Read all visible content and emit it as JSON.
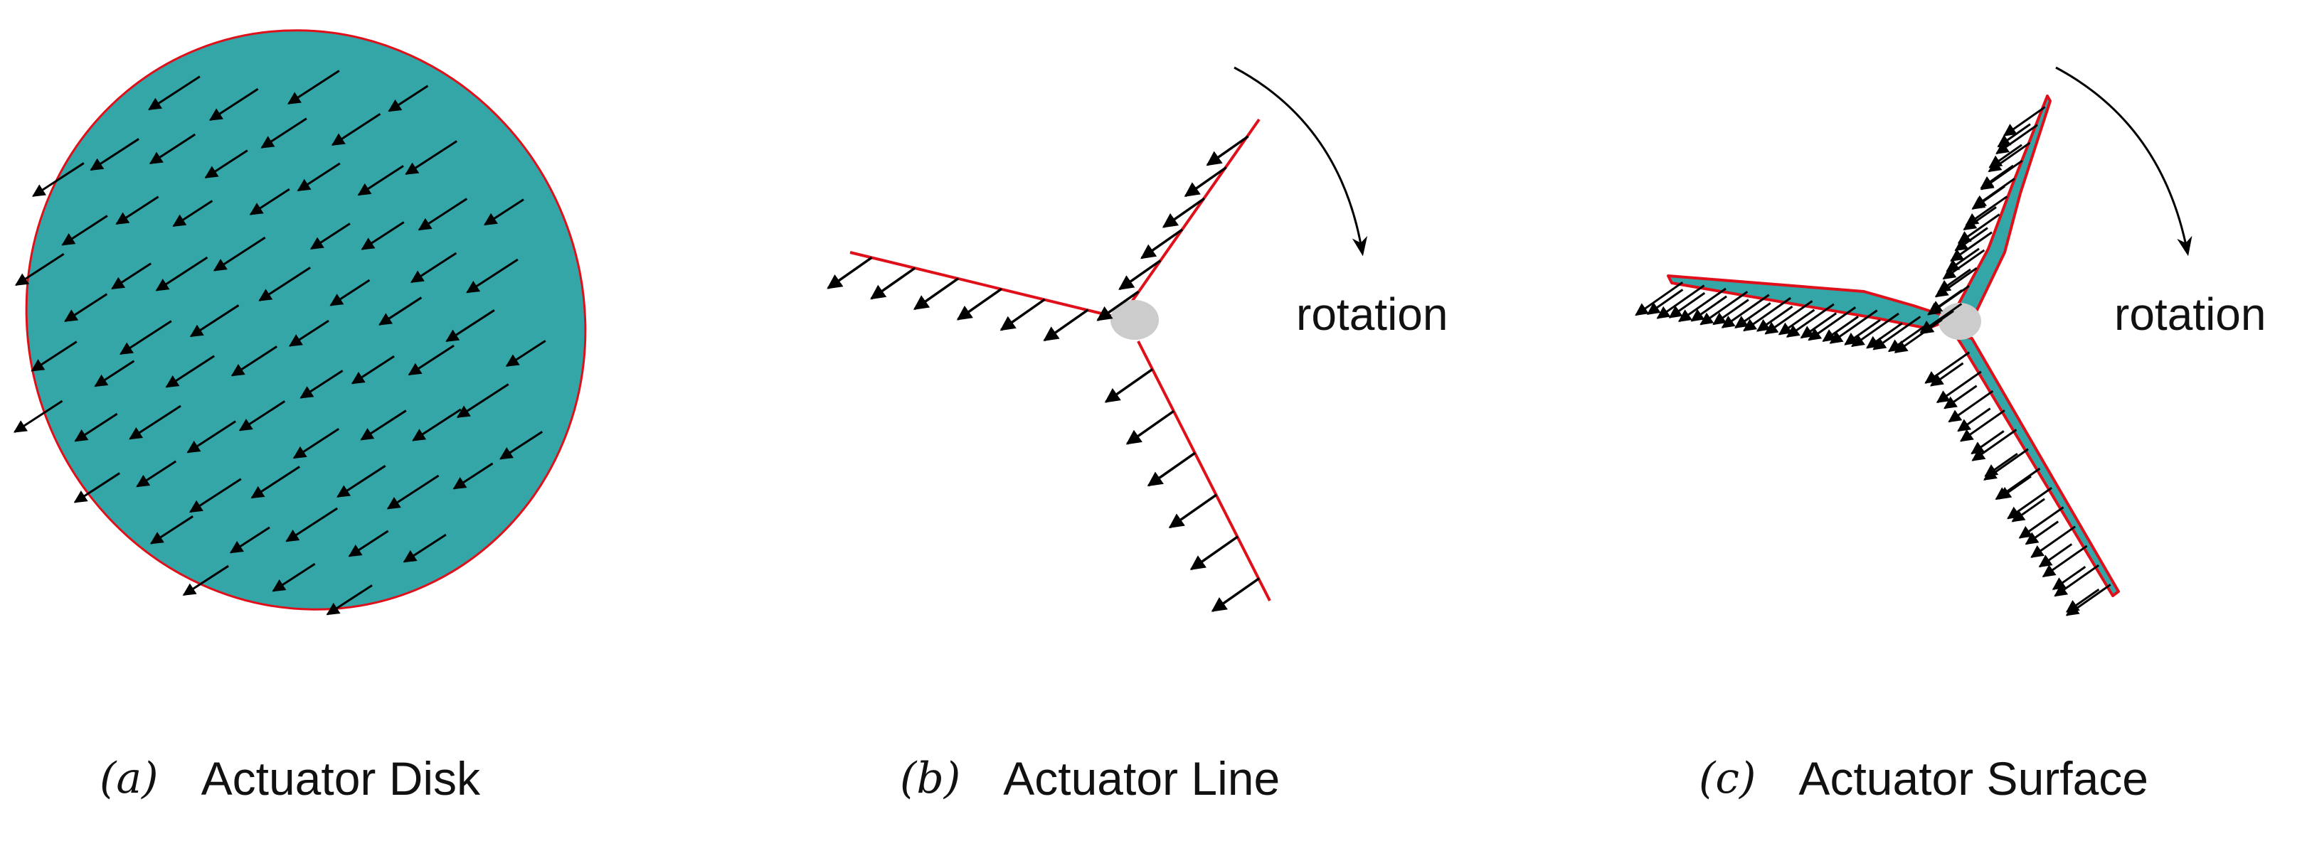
{
  "panels": [
    {
      "id": "a",
      "tag": "(a)",
      "label": "Actuator Disk"
    },
    {
      "id": "b",
      "tag": "(b)",
      "label": "Actuator Line",
      "annotation": "rotation"
    },
    {
      "id": "c",
      "tag": "(c)",
      "label": "Actuator Surface",
      "annotation": "rotation"
    }
  ],
  "colors": {
    "surface_fill": "#34a6a8",
    "outline": "#e0101a",
    "arrow": "#000000",
    "hub": "#cccccc"
  },
  "icons": [
    "force-arrow-icon",
    "rotation-arrow-icon"
  ]
}
